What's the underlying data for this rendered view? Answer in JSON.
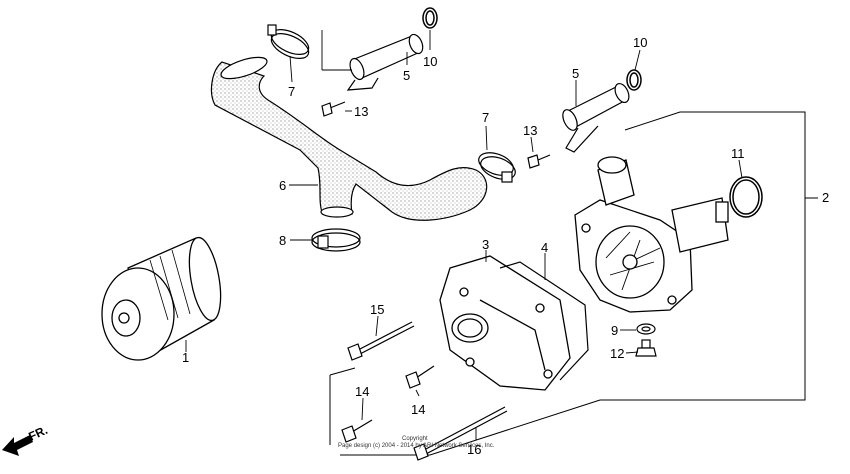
{
  "diagram": {
    "callouts": {
      "c1": "1",
      "c2": "2",
      "c3": "3",
      "c4": "4",
      "c5a": "5",
      "c5b": "5",
      "c6": "6",
      "c7a": "7",
      "c7b": "7",
      "c8": "8",
      "c9": "9",
      "c10a": "10",
      "c10b": "10",
      "c11": "11",
      "c12": "12",
      "c13a": "13",
      "c13b": "13",
      "c14a": "14",
      "c14b": "14",
      "c15": "15",
      "c16": "16"
    },
    "direction_marker": "FR.",
    "copyright": "Copyright",
    "watermark": "Page design (c) 2004 - 2014 by ARI Network Services, Inc."
  },
  "colors": {
    "line": "#000000",
    "stipple": "#7a7a7a",
    "background": "#ffffff"
  }
}
